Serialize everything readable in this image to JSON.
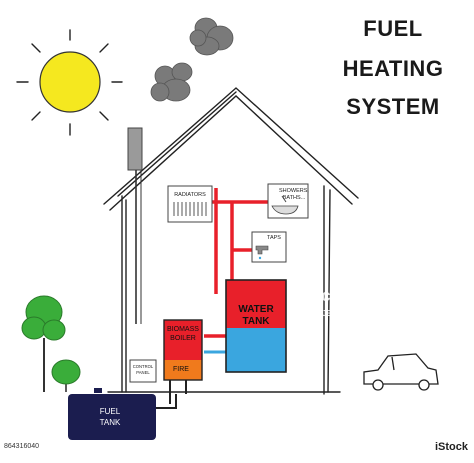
{
  "title": {
    "line1": "FUEL",
    "line2": "HEATING",
    "line3": "SYSTEM"
  },
  "labels": {
    "radiators": "RADIATORS",
    "showers": "SHOWERS,",
    "baths": "BATHS...",
    "taps": "TAPS",
    "water_tank_line1": "WATER",
    "water_tank_line2": "TANK",
    "biomass_line1": "BIOMASS",
    "biomass_line2": "BOILER",
    "fire": "FIRE",
    "control_line1": "CONTROL",
    "control_line2": "PANEL",
    "fuel_tank_line1": "FUEL",
    "fuel_tank_line2": "TANK"
  },
  "watermark": {
    "brand": "iStock",
    "credit": "Credit: JELER"
  },
  "footer": {
    "image_id": "864316040",
    "brand": "iStock"
  },
  "colors": {
    "hot": "#e8202a",
    "cold": "#3aa6df",
    "fire": "#f07a1c",
    "tank": "#1b1d4f",
    "sun": "#f5e81f",
    "cloud": "#7a7a7a",
    "tree": "#3aad3a",
    "line": "#222222"
  }
}
